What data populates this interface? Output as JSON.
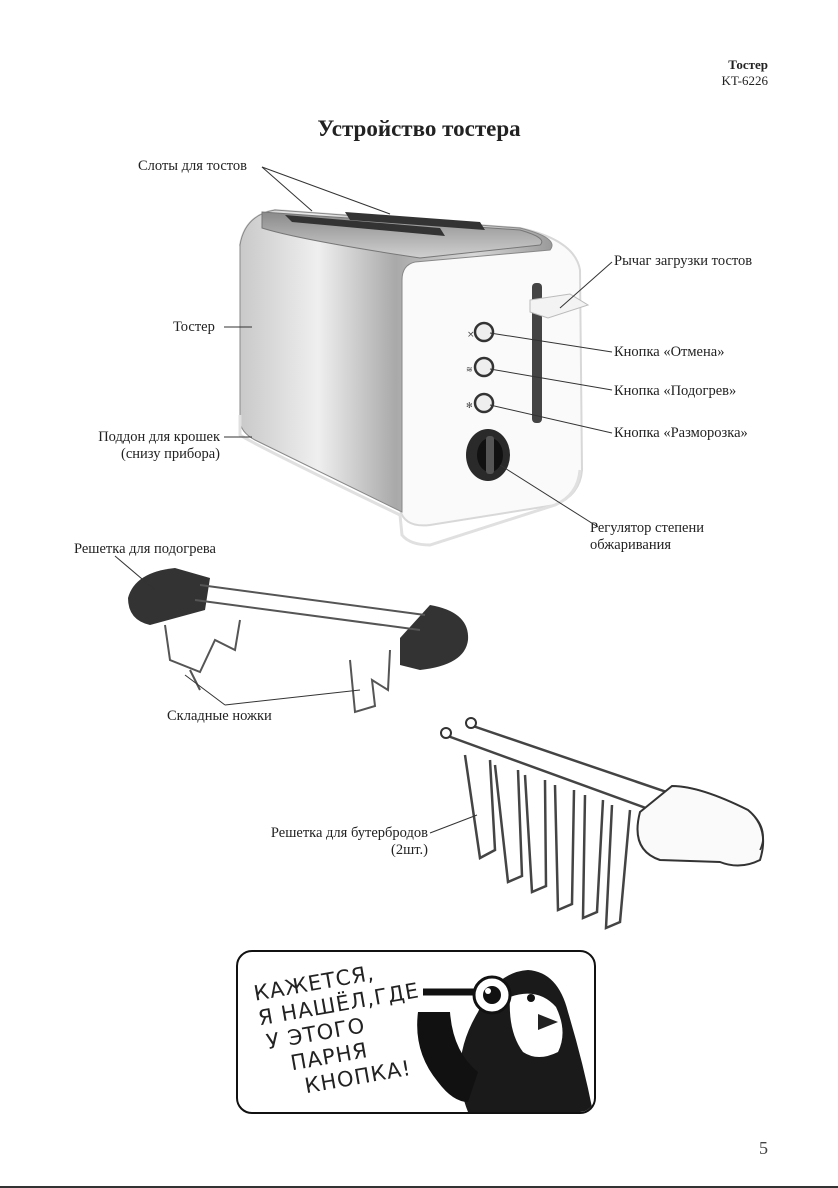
{
  "header": {
    "product": "Тостер",
    "model": "KT-6226"
  },
  "page_title": "Устройство тостера",
  "labels": {
    "slots": "Слоты для тостов",
    "toaster": "Тостер",
    "crumb_tray_line1": "Поддон для крошек",
    "crumb_tray_line2": "(снизу прибора)",
    "lever": "Рычаг загрузки тостов",
    "cancel": "Кнопка «Отмена»",
    "reheat": "Кнопка «Подогрев»",
    "defrost": "Кнопка «Разморозка»",
    "browning_line1": "Регулятор степени",
    "browning_line2": "обжаривания",
    "warming_rack": "Решетка для подогрева",
    "folding_legs": "Складные ножки",
    "sandwich_rack_line1": "Решетка для бутербродов",
    "sandwich_rack_line2": "(2шт.)"
  },
  "comic": {
    "lines": [
      "КАЖЕТСЯ,",
      "Я НАШЁЛ,ГДЕ",
      "У ЭТОГО",
      "ПАРНЯ",
      "КНОПКА!"
    ]
  },
  "page_number": "5"
}
